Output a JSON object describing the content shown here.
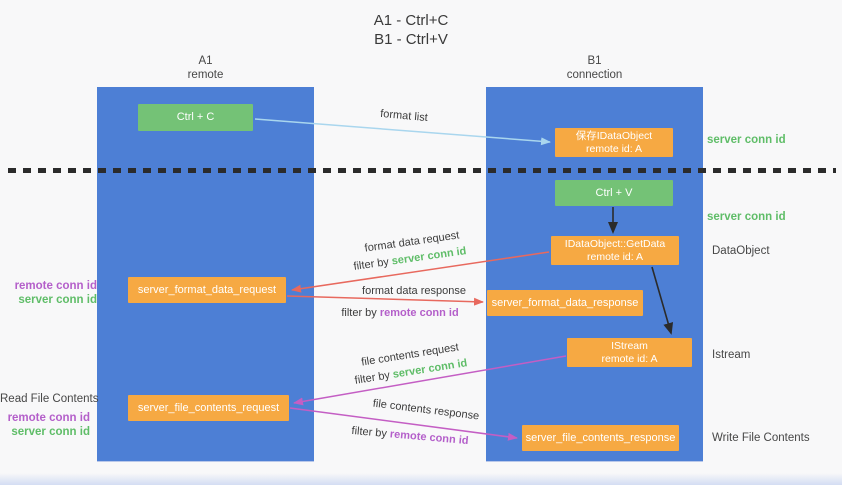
{
  "title": {
    "line1": "A1 - Ctrl+C",
    "line2": "B1 - Ctrl+V"
  },
  "columns": {
    "left": {
      "name": "A1",
      "role": "remote"
    },
    "right": {
      "name": "B1",
      "role": "connection"
    }
  },
  "nodes": {
    "ctrl_c": {
      "label": "Ctrl + C"
    },
    "save_idataobject": {
      "line1": "保存IDataObject",
      "line2": "remote id: A"
    },
    "ctrl_v": {
      "label": "Ctrl + V"
    },
    "getdata": {
      "line1": "IDataObject::GetData",
      "line2": "remote id: A"
    },
    "istream": {
      "line1": "IStream",
      "line2": "remote id: A"
    },
    "server_format_data_request": {
      "label": "server_format_data_request"
    },
    "server_format_data_response": {
      "label": "server_format_data_response"
    },
    "server_file_contents_request": {
      "label": "server_file_contents_request"
    },
    "server_file_contents_response": {
      "label": "server_file_contents_response"
    }
  },
  "annotations": {
    "server_conn_id_top": "server conn id",
    "server_conn_id_mid": "server conn id",
    "dataobject": "DataObject",
    "istream": "Istream",
    "write_file_contents": "Write File Contents",
    "read_file_contents": "Read File Contents",
    "format_ids": {
      "remote": "remote conn id",
      "server": "server conn id"
    },
    "file_ids": {
      "remote": "remote conn id",
      "server": "server conn id"
    }
  },
  "arrow_labels": {
    "format_list": "format list",
    "format_data_request": "format data request",
    "format_data_request_filter": {
      "prefix": "filter by ",
      "value": "server conn id"
    },
    "format_data_response": "format data response",
    "format_data_response_filter": {
      "prefix": "filter by ",
      "value": "remote conn id"
    },
    "file_contents_request": "file contents request",
    "file_contents_request_filter": {
      "prefix": "filter by ",
      "value": "server conn id"
    },
    "file_contents_response": "file contents response",
    "file_contents_response_filter": {
      "prefix": "filter by ",
      "value": "remote conn id"
    }
  },
  "colors": {
    "column_blue": "#4d7fd5",
    "node_orange": "#f6a943",
    "node_green": "#74c276",
    "arrow_light_blue": "#a9d6ee",
    "arrow_red": "#e8695e",
    "arrow_magenta": "#c45ec4",
    "arrow_black": "#2b2b2b",
    "label_green": "#5fbd68",
    "label_purple": "#b45fca",
    "text_dark": "#3f3f3f"
  }
}
